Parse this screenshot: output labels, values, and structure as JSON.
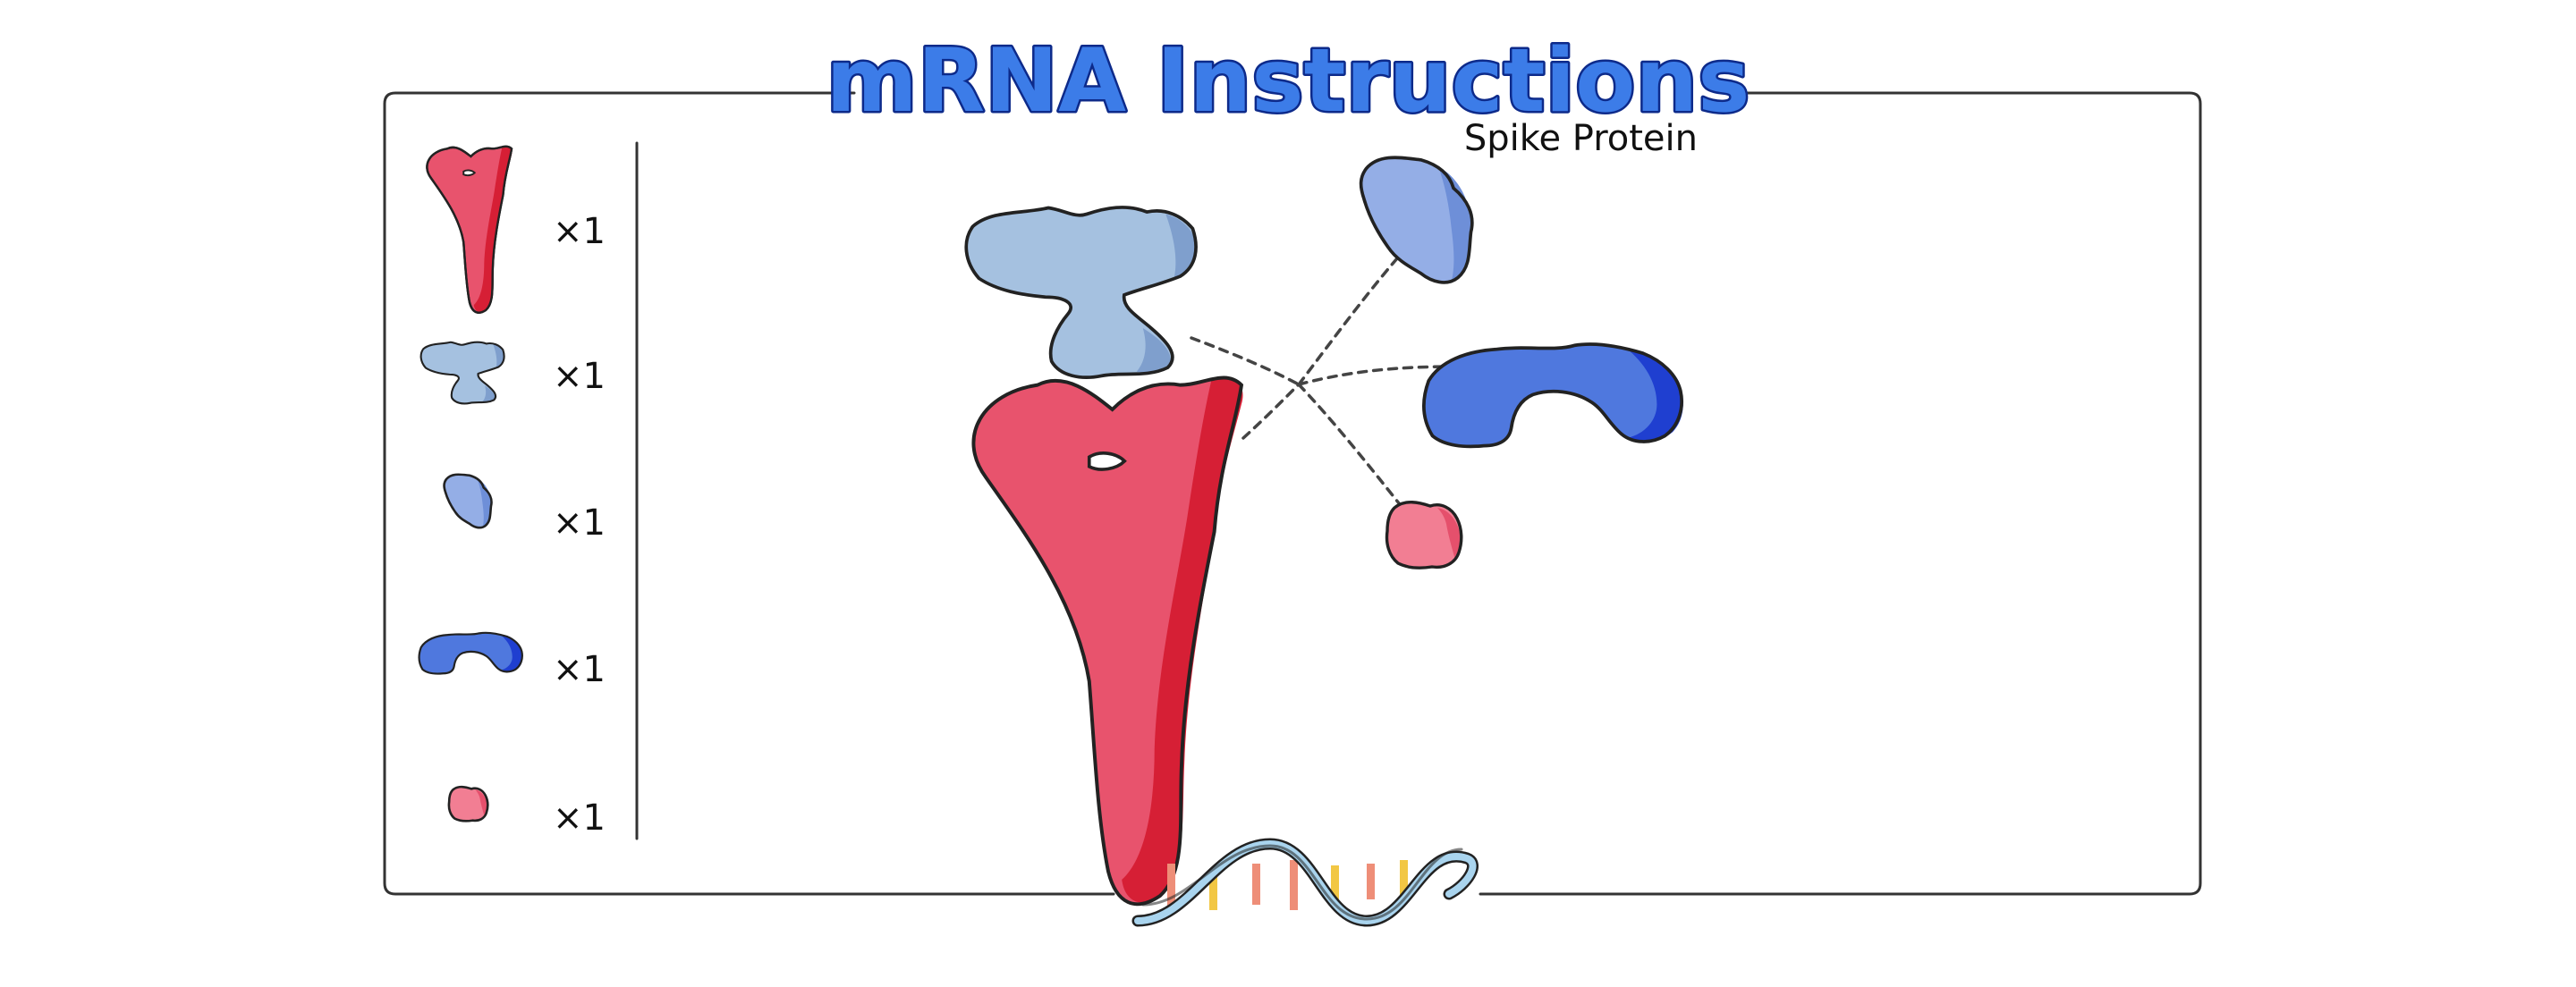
{
  "title": "mRNA Instructions",
  "subtitle": "Spike Protein",
  "legend": [
    {
      "piece": "red-v-piece",
      "count": "×1"
    },
    {
      "piece": "light-blue-x-piece",
      "count": "×1"
    },
    {
      "piece": "periwinkle-piece",
      "count": "×1"
    },
    {
      "piece": "blue-arch-piece",
      "count": "×1"
    },
    {
      "piece": "pink-small-piece",
      "count": "×1"
    }
  ],
  "colors": {
    "red": "#e8536d",
    "red_dark": "#d61f35",
    "light_blue": "#a5c1e0",
    "light_blue_dark": "#7f9fcd",
    "periwinkle": "#94aee6",
    "periwinkle_dark": "#6e8fd8",
    "blue": "#4f78de",
    "blue_dark": "#1f3fd0",
    "pink": "#f27e93",
    "pink_dark": "#e5506c",
    "title_blue": "#3c7ce8",
    "title_outline": "#0d2a8a",
    "dna_blue": "#a9d4ee",
    "dna_yellow": "#f2c744",
    "dna_salmon": "#ee8e78"
  }
}
